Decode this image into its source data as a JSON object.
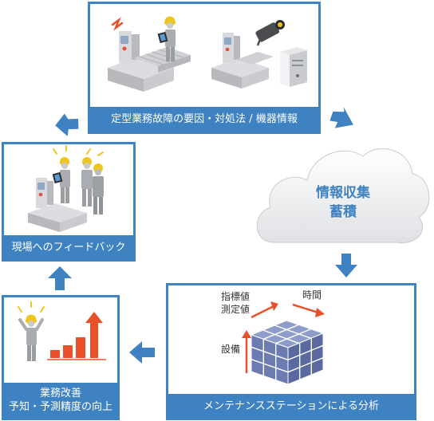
{
  "top_card": {
    "caption": "定型業務故障の要因・対処法 / 機器情報"
  },
  "left_card": {
    "caption": "現場へのフィードバック"
  },
  "bottom_left_card": {
    "caption_line1": "業務改善",
    "caption_line2": "予知・予測精度の向上"
  },
  "bottom_right_card": {
    "caption": "メンテナンスステーションによる分析",
    "axis_labels": {
      "indicator_line1": "指標値",
      "indicator_line2": "測定値",
      "time": "時間",
      "equipment": "設備"
    }
  },
  "cloud": {
    "line1": "情報収集",
    "line2": "蓄積"
  },
  "colors": {
    "frame_blue": "#3f82c2",
    "arrow_blue": "#3f82c2",
    "cloud_text": "#3f82c2",
    "accent_orange": "#e8522b",
    "cube_purple": "#6c7bb1"
  }
}
